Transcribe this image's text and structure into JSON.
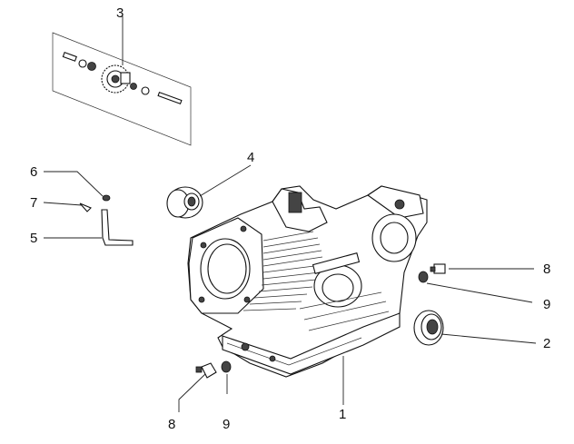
{
  "callouts": [
    {
      "id": "callout-3-top",
      "text": "3"
    },
    {
      "id": "callout-4",
      "text": "4"
    },
    {
      "id": "callout-6",
      "text": "6"
    },
    {
      "id": "callout-7",
      "text": "7"
    },
    {
      "id": "callout-5",
      "text": "5"
    },
    {
      "id": "callout-8-right",
      "text": "8"
    },
    {
      "id": "callout-9-right",
      "text": "9"
    },
    {
      "id": "callout-2",
      "text": "2"
    },
    {
      "id": "callout-1",
      "text": "1"
    },
    {
      "id": "callout-8-bottom",
      "text": "8"
    },
    {
      "id": "callout-9-bottom",
      "text": "9"
    }
  ],
  "colors": {
    "ink": "#111111",
    "background": "#ffffff"
  }
}
